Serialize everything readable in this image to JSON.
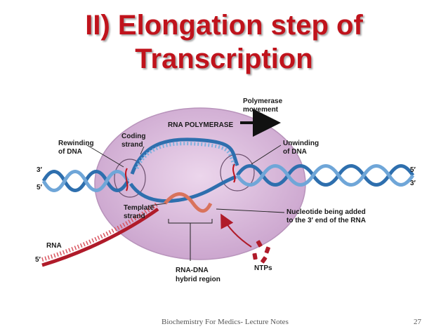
{
  "slide": {
    "title_line1": "II) Elongation step of",
    "title_line2": "Transcription",
    "title_color": "#c0131c",
    "footer_text": "Biochemistry For Medics- Lecture Notes",
    "page_number": "27"
  },
  "diagram": {
    "labels": {
      "polymerase_movement_1": "Polymerase",
      "polymerase_movement_2": "movement",
      "rna_polymerase": "RNA POLYMERASE",
      "coding_strand_1": "Coding",
      "coding_strand_2": "strand",
      "rewinding_1": "Rewinding",
      "rewinding_2": "of DNA",
      "unwinding_1": "Unwinding",
      "unwinding_2": "of DNA",
      "three_prime_left": "3′",
      "five_prime_left": "5′",
      "five_prime_right": "5′",
      "three_prime_right": "3′",
      "template_strand_1": "Template",
      "template_strand_2": "strand",
      "nucleotide_1": "Nucleotide being added",
      "nucleotide_2": "to the 3′ end of the RNA",
      "rna": "RNA",
      "rna_five_prime": "5′",
      "ntps": "NTPs",
      "hybrid_1": "RNA-DNA",
      "hybrid_2": "hybrid region"
    },
    "colors": {
      "polymerase": "#d9b8da",
      "dna_strand": "#2e6fae",
      "rna_strand": "#b01b2a",
      "text": "#1a1a1a"
    }
  }
}
